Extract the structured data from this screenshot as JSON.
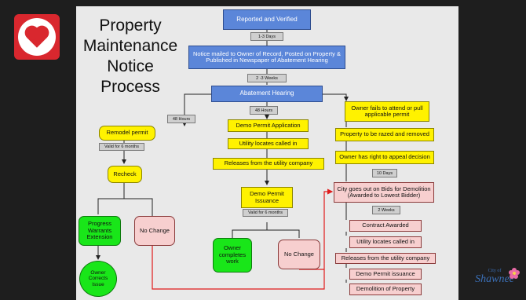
{
  "title": [
    "Property",
    "Maintenance",
    "Notice",
    "Process"
  ],
  "nodes": {
    "reported": "Reported and Verified",
    "notice_mailed": "Notice mailed to Owner of Record, Posted on Property & Published in Newspaper of Abatement Hearing",
    "abatement_hearing": "Abatement Hearing",
    "remodel_permit": "Remodel permit",
    "recheck": "Recheck",
    "progress_warrants": "Progress Warrants Extension",
    "no_change_left": "No Change",
    "owner_corrects": "Owner Corrects Issue",
    "demo_permit_app": "Demo Permit Application",
    "utility_locates_mid": "Utility locates called in",
    "releases_mid": "Releases from the utility company",
    "demo_permit_issuance": "Demo Permit Issuance",
    "owner_completes": "Owner completes work",
    "no_change_mid": "No Change",
    "owner_fails": "Owner fails to attend or pull applicable permit",
    "razed": "Property to be razed and removed",
    "appeal": "Owner has right to appeal decision",
    "bids": "City goes out on Bids for Demolition (Awarded to Lowest Bidder)",
    "contract": "Contract Awarded",
    "utility_locates_right": "Utility locates called in",
    "releases_right": "Releases from the utility company",
    "demo_permit_issuance_right": "Demo Permit issuance",
    "demolition": "Demolition of Property"
  },
  "labels": {
    "days_1_3": "1-3 Days",
    "weeks_2_3": "2 -3 Weeks",
    "hours_48_left": "48 Hours",
    "hours_48_mid": "48 Hours",
    "valid_6_left": "Valid for 6 months",
    "valid_6_mid": "Valid for 6 months",
    "days_10": "10 Days",
    "weeks_2": "2 Weeks"
  },
  "logo": {
    "city_of": "City of",
    "name": "Shawnee"
  },
  "colors": {
    "blue": "#5b86d9",
    "yellow": "#fff200",
    "green": "#19e619",
    "pink": "#f7cfcf",
    "heart_red": "#d9272e",
    "connector_red": "#e01b1b"
  }
}
